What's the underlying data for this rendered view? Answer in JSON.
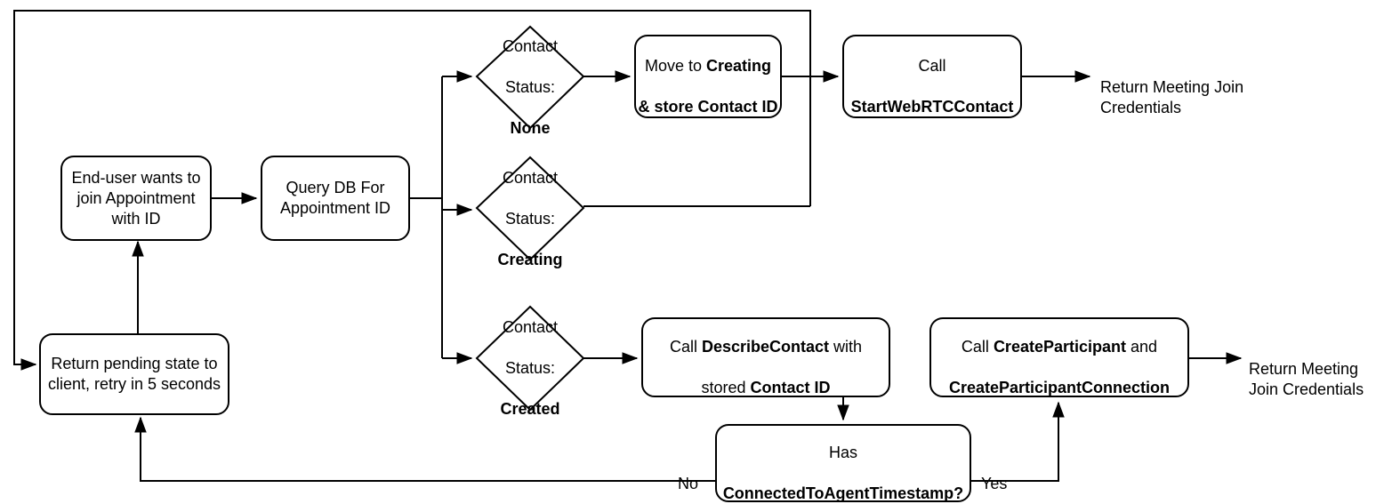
{
  "diagram": {
    "title": "Appointment Join Flow",
    "type": "flowchart",
    "colors": {
      "stroke": "#000000",
      "fill": "#ffffff",
      "text": "#000000"
    }
  },
  "nodes": {
    "end_user": {
      "label": "End-user wants to join Appointment with ID",
      "shape": "rounded-rect"
    },
    "query_db": {
      "label": "Query DB For Appointment ID",
      "shape": "rounded-rect"
    },
    "status_none": {
      "label_line1": "Contact",
      "label_line2": "Status:",
      "label_line3": "None",
      "shape": "diamond"
    },
    "status_creating": {
      "label_line1": "Contact",
      "label_line2": "Status:",
      "label_line3": "Creating",
      "shape": "diamond"
    },
    "status_created": {
      "label_line1": "Contact",
      "label_line2": "Status:",
      "label_line3": "Created",
      "shape": "diamond"
    },
    "move_to_creating": {
      "label_part1": "Move to ",
      "label_bold1": "Creating",
      "label_part2": "& store ",
      "label_bold2": "Contact ID",
      "shape": "rounded-rect"
    },
    "start_webrtc": {
      "label_part1": "Call",
      "label_bold1": "StartWebRTCContact",
      "shape": "rounded-rect"
    },
    "describe_contact": {
      "label_part1": "Call ",
      "label_bold1": "DescribeContact",
      "label_part2": " with",
      "label_part3": "stored ",
      "label_bold2": "Contact ID",
      "shape": "rounded-rect"
    },
    "create_participant": {
      "label_part1": "Call ",
      "label_bold1": "CreateParticipant",
      "label_part2": " and",
      "label_bold2": "CreateParticipantConnection",
      "shape": "rounded-rect"
    },
    "has_timestamp": {
      "label_part1": "Has",
      "label_bold1": "ConnectedToAgentTimestamp?",
      "shape": "rounded-rect"
    },
    "return_pending": {
      "label": "Return pending state to client, retry in 5 seconds",
      "shape": "rounded-rect"
    }
  },
  "terminals": {
    "return_creds_top": {
      "label": "Return Meeting Join Credentials"
    },
    "return_creds_bottom": {
      "label": "Return Meeting Join Credentials"
    }
  },
  "edge_labels": {
    "no": "No",
    "yes": "Yes"
  }
}
